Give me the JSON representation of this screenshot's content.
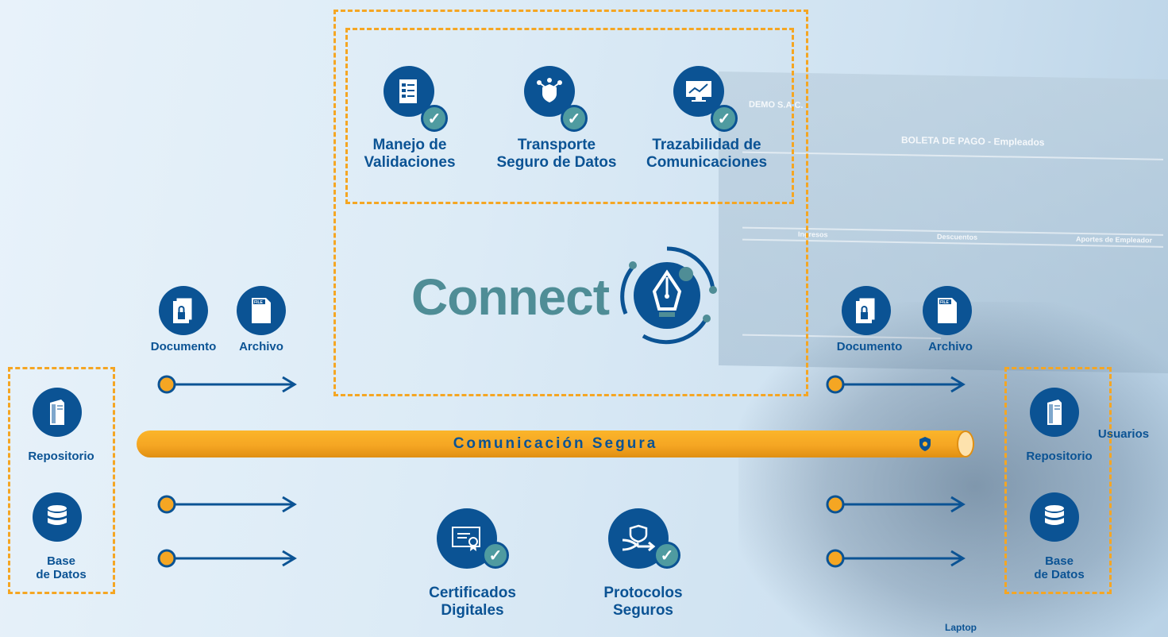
{
  "top_features": [
    {
      "label_line1": "Manejo de",
      "label_line2": "Validaciones",
      "icon": "checklist-icon"
    },
    {
      "label_line1": "Transporte",
      "label_line2": "Seguro de Datos",
      "icon": "network-shield-icon"
    },
    {
      "label_line1": "Trazabilidad de",
      "label_line2": "Comunicaciones",
      "icon": "monitor-chart-icon"
    }
  ],
  "center": {
    "brand": "Connect",
    "icon": "pen-nib-logo-icon"
  },
  "left_items": {
    "documento": "Documento",
    "archivo": "Archivo",
    "file_tag": "FILE"
  },
  "right_items": {
    "documento": "Documento",
    "archivo": "Archivo",
    "file_tag": "FILE"
  },
  "left_box": {
    "repositorio": "Repositorio",
    "base_line1": "Base",
    "base_line2": "de Datos"
  },
  "right_box": {
    "repositorio": "Repositorio",
    "usuarios": "Usuarios",
    "base_line1": "Base",
    "base_line2": "de Datos"
  },
  "pipe": {
    "label": "Comunicación Segura",
    "icon": "shield-icon"
  },
  "bottom_features": [
    {
      "label_line1": "Certificados",
      "label_line2": "Digitales",
      "icon": "certificate-icon"
    },
    {
      "label_line1": "Protocolos",
      "label_line2": "Seguros",
      "icon": "shield-arrows-icon"
    }
  ],
  "caption": "Laptop",
  "background_screen": {
    "company": "DEMO S.A.C.",
    "title": "BOLETA DE PAGO - Empleados",
    "col1": "Ingresos",
    "col2": "Descuentos",
    "col3": "Aportes de Empleador"
  },
  "colors": {
    "primary": "#0b5394",
    "accent": "#f5a623",
    "teal": "#4f8d96"
  }
}
